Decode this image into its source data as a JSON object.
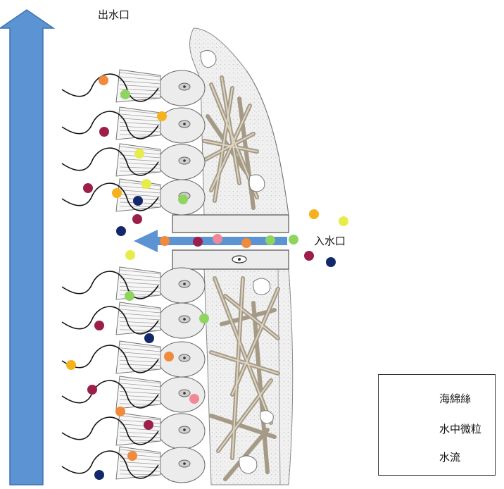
{
  "labels": {
    "outlet": "出水口",
    "inlet": "入水口"
  },
  "legend": {
    "spongin": "海綿絲",
    "particles": "水中微粒",
    "water_flow": "水流"
  },
  "colors": {
    "flow_arrow": "#5b93d3",
    "flow_arrow_edge": "#3f73b0",
    "particle_orange": "#f08a3c",
    "particle_green": "#8fd45e",
    "particle_yellow": "#e6ec4a",
    "particle_gold": "#f5b21c",
    "particle_crimson": "#9b1f4a",
    "particle_navy": "#12286a",
    "particle_pink": "#f08898",
    "spongin_fill": "#c8bca8",
    "cell_fill": "#ececec"
  }
}
